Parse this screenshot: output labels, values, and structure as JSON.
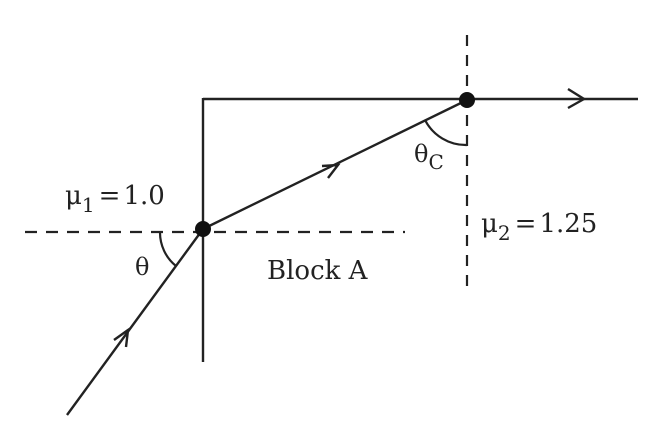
{
  "diagram": {
    "type": "optics-refraction",
    "colors": {
      "line": "#222222",
      "background": "#ffffff"
    },
    "medium1": {
      "symbol": "μ",
      "subscript": "1",
      "equals": "=",
      "value": "1.0"
    },
    "medium2": {
      "symbol": "μ",
      "subscript": "2",
      "equals": "=",
      "value": "1.25"
    },
    "block_label": "Block A",
    "angle_incidence": {
      "symbol": "θ"
    },
    "angle_critical": {
      "symbol": "θ",
      "subscript": "C"
    },
    "points": {
      "entry": [
        203,
        229
      ],
      "exit": [
        467,
        100
      ]
    }
  }
}
